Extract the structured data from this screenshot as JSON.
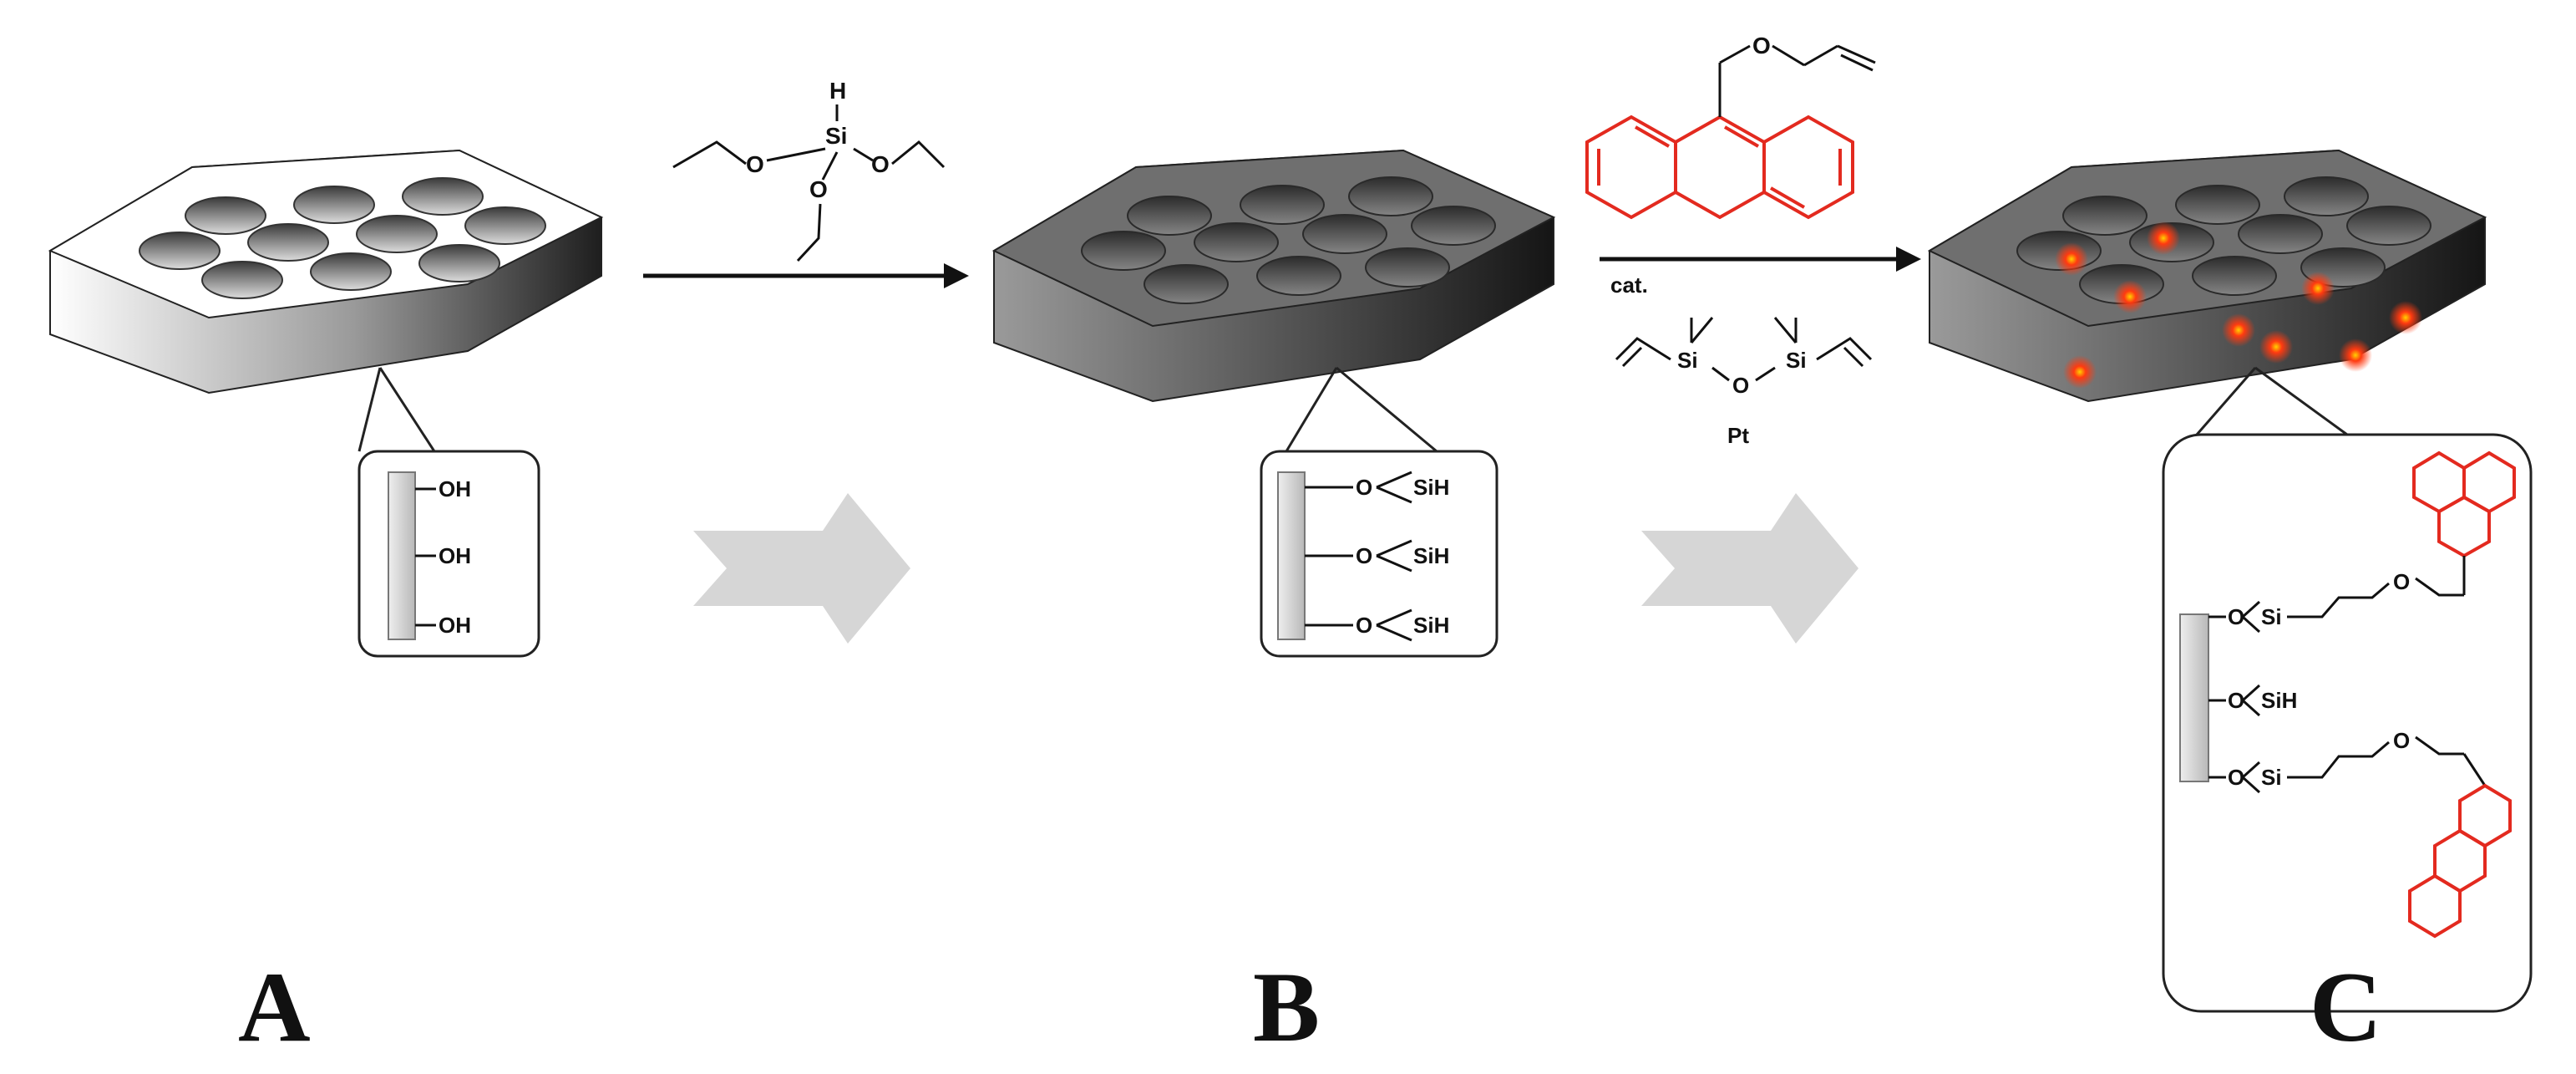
{
  "colors": {
    "slab_white": "#ffffff",
    "slab_gray": "#6f6f6f",
    "accent_red": "#e32a1f",
    "arrow_gray": "#d6d6d6",
    "ink": "#111111"
  },
  "panels": [
    {
      "label": "A",
      "groups": [
        "OH",
        "OH",
        "OH"
      ]
    },
    {
      "label": "B",
      "groups": [
        "SiH",
        "SiH",
        "SiH"
      ],
      "linker_atom": "O"
    },
    {
      "label": "C",
      "linker_atom": "O",
      "groups": [
        "Si",
        "SiH",
        "Si"
      ],
      "ether_atom": "O"
    }
  ],
  "step1": {
    "reagent_atoms": {
      "h": "H",
      "si": "Si",
      "o": "O"
    }
  },
  "step2": {
    "catalyst_label": "cat.",
    "metal_label": "Pt",
    "ether_atom": "O",
    "silicon_atom": "Si",
    "oxygen_atom": "O"
  }
}
